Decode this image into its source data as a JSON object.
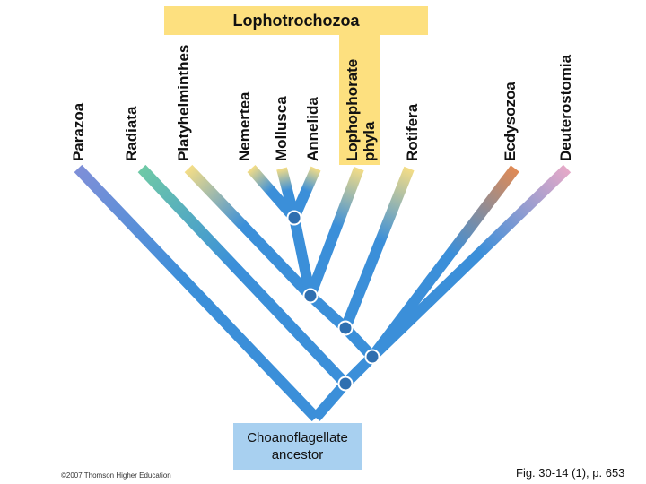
{
  "header_label": "Lophotrochozoa",
  "taxa": [
    {
      "id": "parazoa",
      "label": "Parazoa",
      "color": "#7e8fd8"
    },
    {
      "id": "radiata",
      "label": "Radiata",
      "color": "#6fc9a6"
    },
    {
      "id": "platyhelminthes",
      "label": "Platyhelminthes",
      "color": "#f4dd86"
    },
    {
      "id": "nemertea",
      "label": "Nemertea",
      "color": "#f4dd86"
    },
    {
      "id": "mollusca",
      "label": "Mollusca",
      "color": "#f4dd86"
    },
    {
      "id": "annelida",
      "label": "Annelida",
      "color": "#f4dd86"
    },
    {
      "id": "lophophorate",
      "label": "Lophophorate\nphyla",
      "color": "#f4dd86"
    },
    {
      "id": "rotifera",
      "label": "Rotifera",
      "color": "#f4dd86"
    },
    {
      "id": "ecdysozoa",
      "label": "Ecdysozoa",
      "color": "#e08a55"
    },
    {
      "id": "deuterostomia",
      "label": "Deuterostomia",
      "color": "#e6a9c8"
    }
  ],
  "ancestor_label": "Choanoflagellate\nancestor",
  "copyright": "©2007 Thomson Higher Education",
  "figure_label": "Fig. 30-14 (1), p. 653",
  "colors": {
    "branch": "#3b8fd9",
    "node_fill": "#2f6fb0",
    "node_stroke": "#ffffff",
    "header_bg": "#fde07f",
    "ancestor_bg": "#a8d0f0"
  }
}
